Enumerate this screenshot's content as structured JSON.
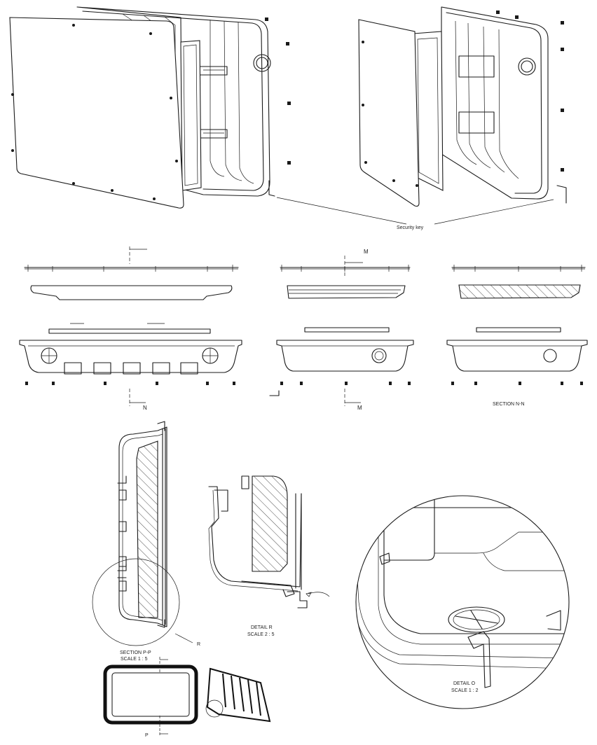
{
  "labels": {
    "security_key": "Security key",
    "section_mark_m": "M",
    "section_mark_n": "N",
    "section_mark_p": "P",
    "section_nn": "SECTION N-N",
    "section_pp": "SECTION P-P",
    "section_pp_scale": "SCALE 1 : 5",
    "detail_mark_r": "R",
    "detail_r": "DETAIL R",
    "detail_r_scale": "SCALE 2 : 5",
    "detail_o": "DETAIL O",
    "detail_o_scale": "SCALE 1 : 2"
  }
}
